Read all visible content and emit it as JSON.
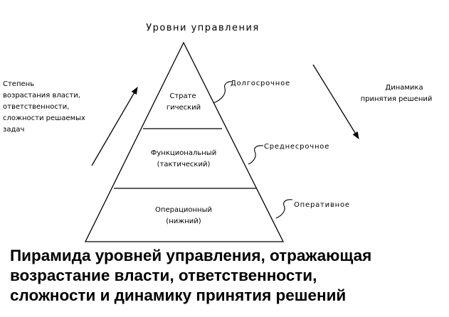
{
  "diagram": {
    "title": "Уровни управления",
    "levels": [
      {
        "lines": [
          "Страте",
          "гический"
        ],
        "term": "Долгосрочное"
      },
      {
        "lines": [
          "Функциональный",
          "(тактический)"
        ],
        "term": "Среднесрочное"
      },
      {
        "lines": [
          "Операционный",
          "(нижний)"
        ],
        "term": "Оперативное"
      }
    ],
    "left_note": [
      "Степень",
      "возрастания власти,",
      "ответственности,",
      "сложности решаемых",
      "задач"
    ],
    "right_note": [
      "Динамика",
      "принятия решений"
    ]
  },
  "caption": {
    "lines": [
      "Пирамида уровней управления, отражающая",
      "возрастание власти, ответственности,",
      "сложности и динамику принятия решений"
    ]
  }
}
